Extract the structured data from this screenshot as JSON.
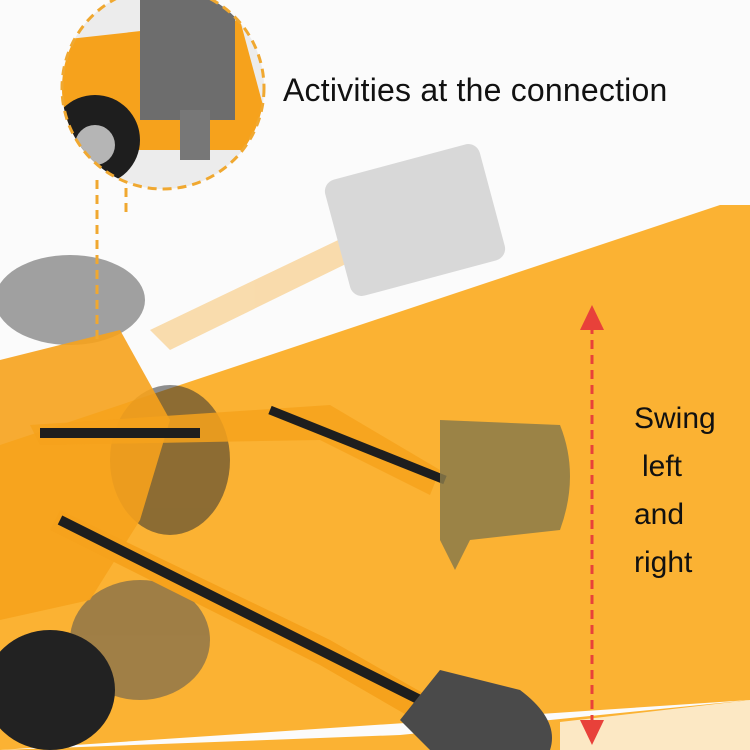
{
  "callout": {
    "title": "Activities at the connection",
    "icon": "magnified-detail-circle"
  },
  "annotation": {
    "lines": [
      "Swing",
      "left",
      "and",
      "right"
    ],
    "arrow_icon": "double-headed-vertical-arrow"
  },
  "colors": {
    "background": "#fbfbfb",
    "band": "#fbb233",
    "band_bottom": "#fce8c4",
    "callout_dash": "#f0a830",
    "arrow": "#e8413a",
    "toy_orange": "#f6a21c",
    "toy_dark": "#1e1e1e",
    "bucket_grey": "#5b5b5b"
  }
}
